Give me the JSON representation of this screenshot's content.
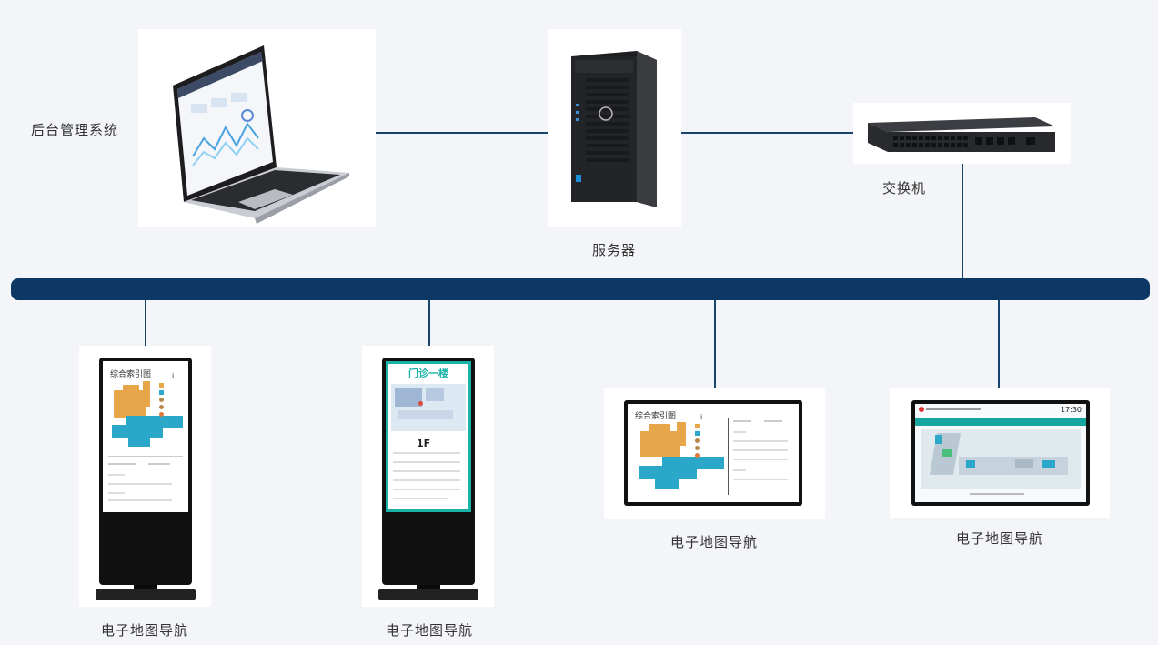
{
  "labels": {
    "backend": "后台管理系统",
    "server": "服务器",
    "switch": "交换机",
    "nav": "电子地图导航"
  },
  "kiosk": {
    "index_title": "综合索引图",
    "floor_title": "门诊一楼",
    "floor": "1F",
    "time": "17:30"
  },
  "colors": {
    "bus": "#0d3764",
    "line": "#17436e",
    "map_orange": "#e8a64a",
    "map_blue": "#2aa7c9",
    "teal": "#1bb3a7"
  }
}
